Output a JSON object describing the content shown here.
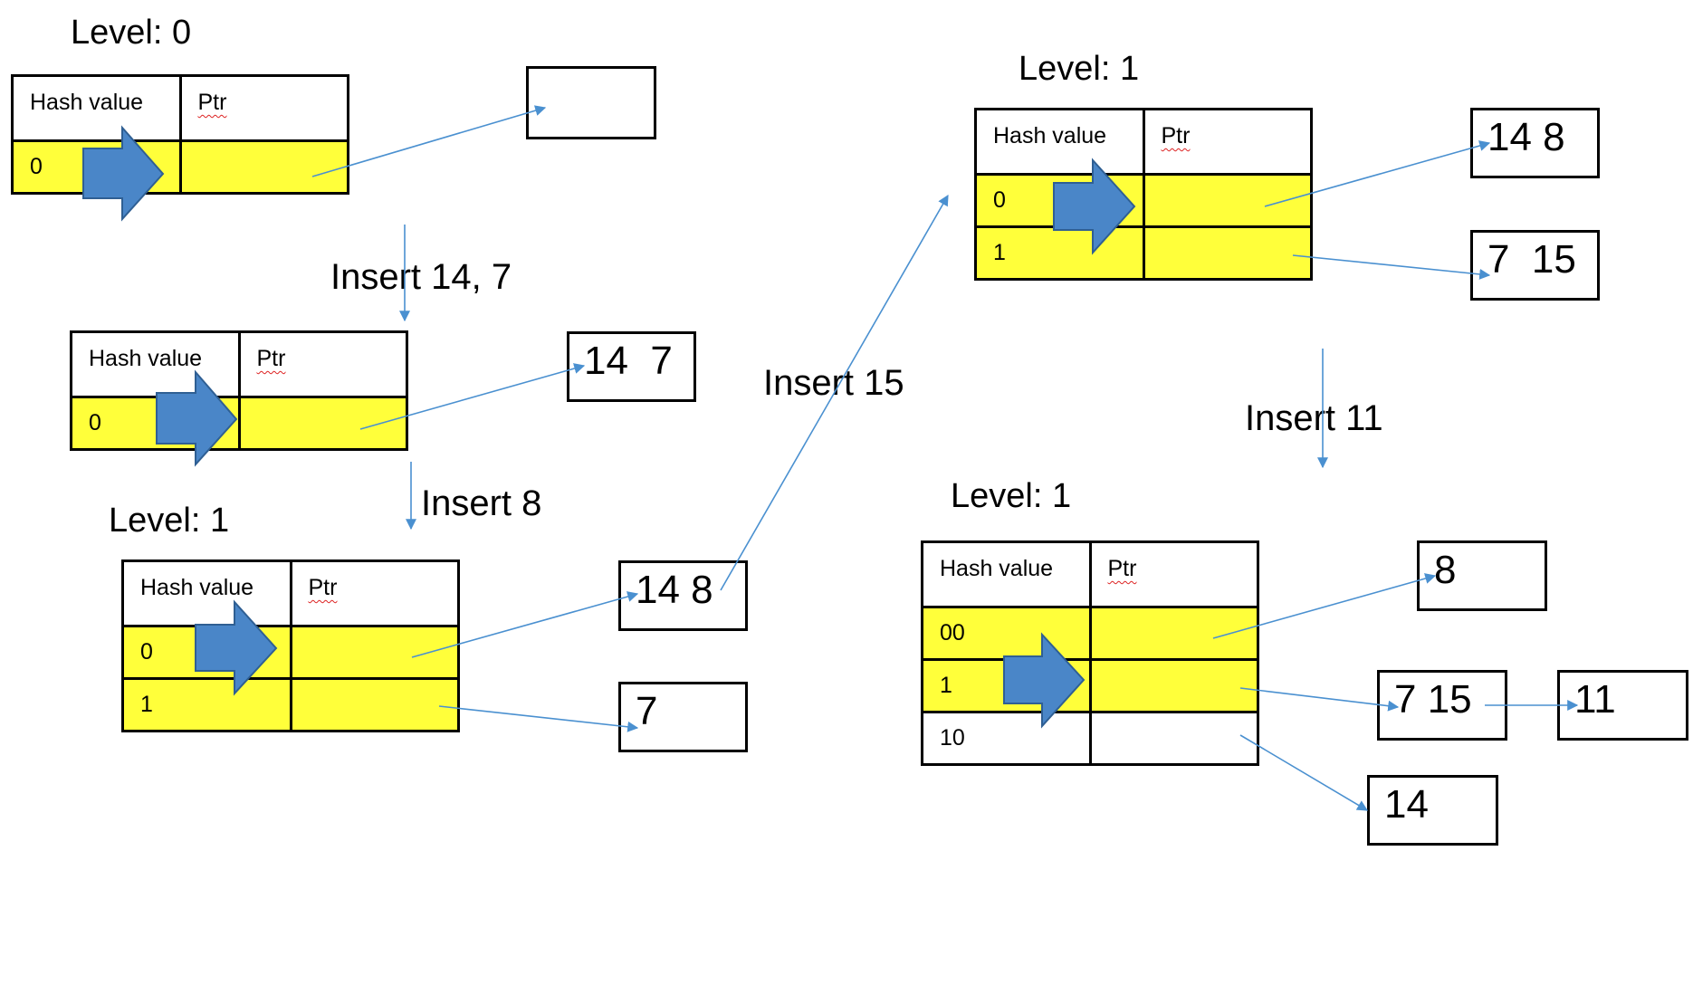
{
  "labels": {
    "level_a": "Level: 0",
    "level_b": "Level: 1",
    "level_c": "Level: 1",
    "level_d": "Level: 1",
    "insert_14_7": "Insert 14, 7",
    "insert_8": "Insert 8",
    "insert_15": "Insert 15",
    "insert_11": "Insert 11"
  },
  "tables": {
    "t1": {
      "head": [
        "Hash value",
        "Ptr"
      ],
      "rows": [
        "0"
      ]
    },
    "t2": {
      "head": [
        "Hash value",
        "Ptr"
      ],
      "rows": [
        "0"
      ]
    },
    "t3": {
      "head": [
        "Hash value",
        "Ptr"
      ],
      "rows": [
        "0",
        "1"
      ]
    },
    "t4": {
      "head": [
        "Hash value",
        "Ptr"
      ],
      "rows": [
        "0",
        "1"
      ]
    },
    "t5": {
      "head": [
        "Hash value",
        "Ptr"
      ],
      "rows": [
        "00",
        "1",
        "10"
      ]
    }
  },
  "buckets": {
    "b_empty": "",
    "b_14_7": "14  7",
    "b_14_8_a": "14 8",
    "b_7_a": "7",
    "b_14_8_b": "14 8",
    "b_7_15_a": "7  15",
    "b_8": "8",
    "b_7_15_b": "7 15",
    "b_11": "11",
    "b_14": "14"
  },
  "colors": {
    "highlight": "#ffff3a",
    "arrow": "#4a86c8",
    "connector": "#4a90d0"
  }
}
